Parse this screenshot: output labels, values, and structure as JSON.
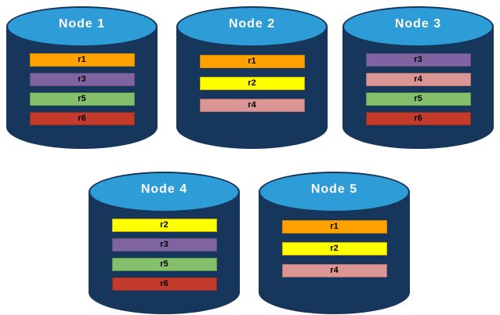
{
  "colors": {
    "background": "#FFFFFF",
    "cylinder_body": "#16365C",
    "cylinder_top": "#2E9CD6",
    "label_text": "#FFFFFF",
    "bar_text": "#000000",
    "r1_orange": "#FFA200",
    "r2_yellow": "#FFFF00",
    "r3_purple": "#8064A2",
    "r4_salmon": "#D99694",
    "r5_green": "#84BF6B",
    "r6_red": "#C23B2C"
  },
  "nodes": [
    {
      "label": "Node 1",
      "rows": [
        {
          "label": "r1",
          "color": "#FFA200",
          "border": "#D98700"
        },
        {
          "label": "r3",
          "color": "#8064A2",
          "border": "#66507F"
        },
        {
          "label": "r5",
          "color": "#84BF6B",
          "border": "#5E9A47"
        },
        {
          "label": "r6",
          "color": "#C23B2C",
          "border": "#932A1E"
        }
      ]
    },
    {
      "label": "Node 2",
      "rows": [
        {
          "label": "r1",
          "color": "#FFA200",
          "border": "#D98700"
        },
        {
          "label": "r2",
          "color": "#FFFF00",
          "border": "#D9B200"
        },
        {
          "label": "r4",
          "color": "#D99694",
          "border": "#B56E6C"
        }
      ]
    },
    {
      "label": "Node 3",
      "rows": [
        {
          "label": "r3",
          "color": "#8064A2",
          "border": "#66507F"
        },
        {
          "label": "r4",
          "color": "#D99694",
          "border": "#B56E6C"
        },
        {
          "label": "r5",
          "color": "#84BF6B",
          "border": "#5E9A47"
        },
        {
          "label": "r6",
          "color": "#C23B2C",
          "border": "#932A1E"
        }
      ]
    },
    {
      "label": "Node 4",
      "rows": [
        {
          "label": "r2",
          "color": "#FFFF00",
          "border": "#D9B200"
        },
        {
          "label": "r3",
          "color": "#8064A2",
          "border": "#66507F"
        },
        {
          "label": "r5",
          "color": "#84BF6B",
          "border": "#5E9A47"
        },
        {
          "label": "r6",
          "color": "#C23B2C",
          "border": "#932A1E"
        }
      ]
    },
    {
      "label": "Node 5",
      "rows": [
        {
          "label": "r1",
          "color": "#FFA200",
          "border": "#D98700"
        },
        {
          "label": "r2",
          "color": "#FFFF00",
          "border": "#D9B200"
        },
        {
          "label": "r4",
          "color": "#D99694",
          "border": "#B56E6C"
        }
      ]
    }
  ]
}
